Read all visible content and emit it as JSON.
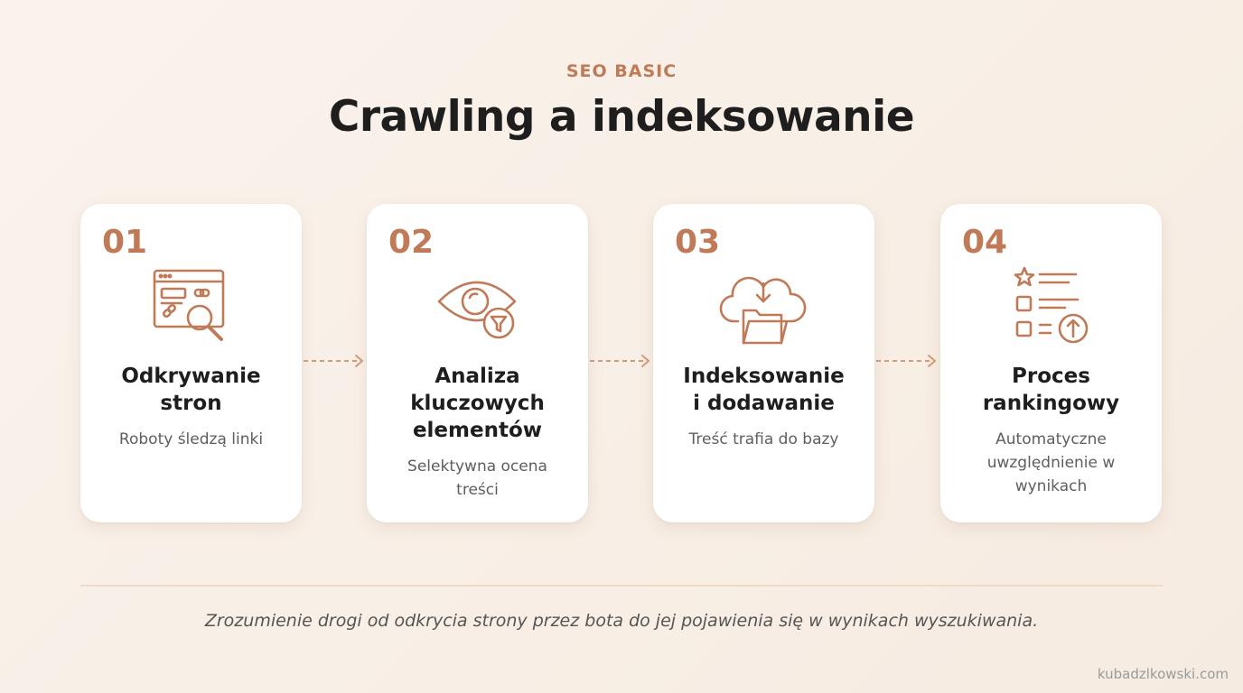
{
  "header": {
    "eyebrow": "SEO BASIC",
    "title": "Crawling a indeksowanie"
  },
  "accent_color": "#c07a57",
  "steps": [
    {
      "number": "01",
      "title": "Odkrywanie\nstron",
      "description": "Roboty śledzą linki",
      "icon": "browser-link-search-icon"
    },
    {
      "number": "02",
      "title": "Analiza\nkluczowych\nelementów",
      "description": "Selektywna ocena\ntreści",
      "icon": "eye-filter-icon"
    },
    {
      "number": "03",
      "title": "Indeksowanie\ni dodawanie",
      "description": "Treść trafia do bazy",
      "icon": "cloud-folder-download-icon"
    },
    {
      "number": "04",
      "title": "Proces\nrankingowy",
      "description": "Automatyczne\nuwzględnienie w\nwynikach",
      "icon": "ranked-list-up-icon"
    }
  ],
  "footer": {
    "caption": "Zrozumienie drogi od odkrycia strony przez bota do jej pojawienia się w wynikach wyszukiwania.",
    "watermark": "kubadzlkowski.com"
  }
}
